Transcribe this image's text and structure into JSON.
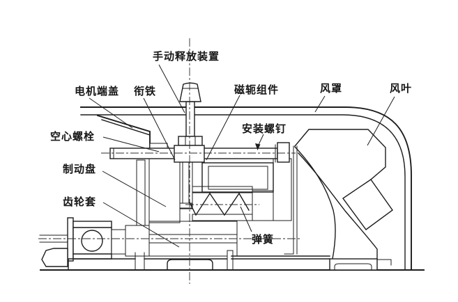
{
  "figure": {
    "type": "technical-cross-section-diagram",
    "subject": "electromagnetic brake motor assembly",
    "background_color": "#ffffff",
    "ink_color": "#1c1c1c",
    "labels": [
      {
        "id": "manual-release-device",
        "text": "手动释放装置"
      },
      {
        "id": "motor-end-cover",
        "text": "电机端盖"
      },
      {
        "id": "armature",
        "text": "衔铁"
      },
      {
        "id": "magnet-yoke-assembly",
        "text": "磁轭组件"
      },
      {
        "id": "fan-cover",
        "text": "风罩"
      },
      {
        "id": "fan-blade",
        "text": "风叶"
      },
      {
        "id": "hollow-bolt",
        "text": "空心螺栓"
      },
      {
        "id": "brake-disc",
        "text": "制动盘"
      },
      {
        "id": "gear-sleeve",
        "text": "齿轮套"
      },
      {
        "id": "mounting-screw",
        "text": "安装螺钉"
      },
      {
        "id": "spring",
        "text": "弹簧"
      }
    ]
  }
}
